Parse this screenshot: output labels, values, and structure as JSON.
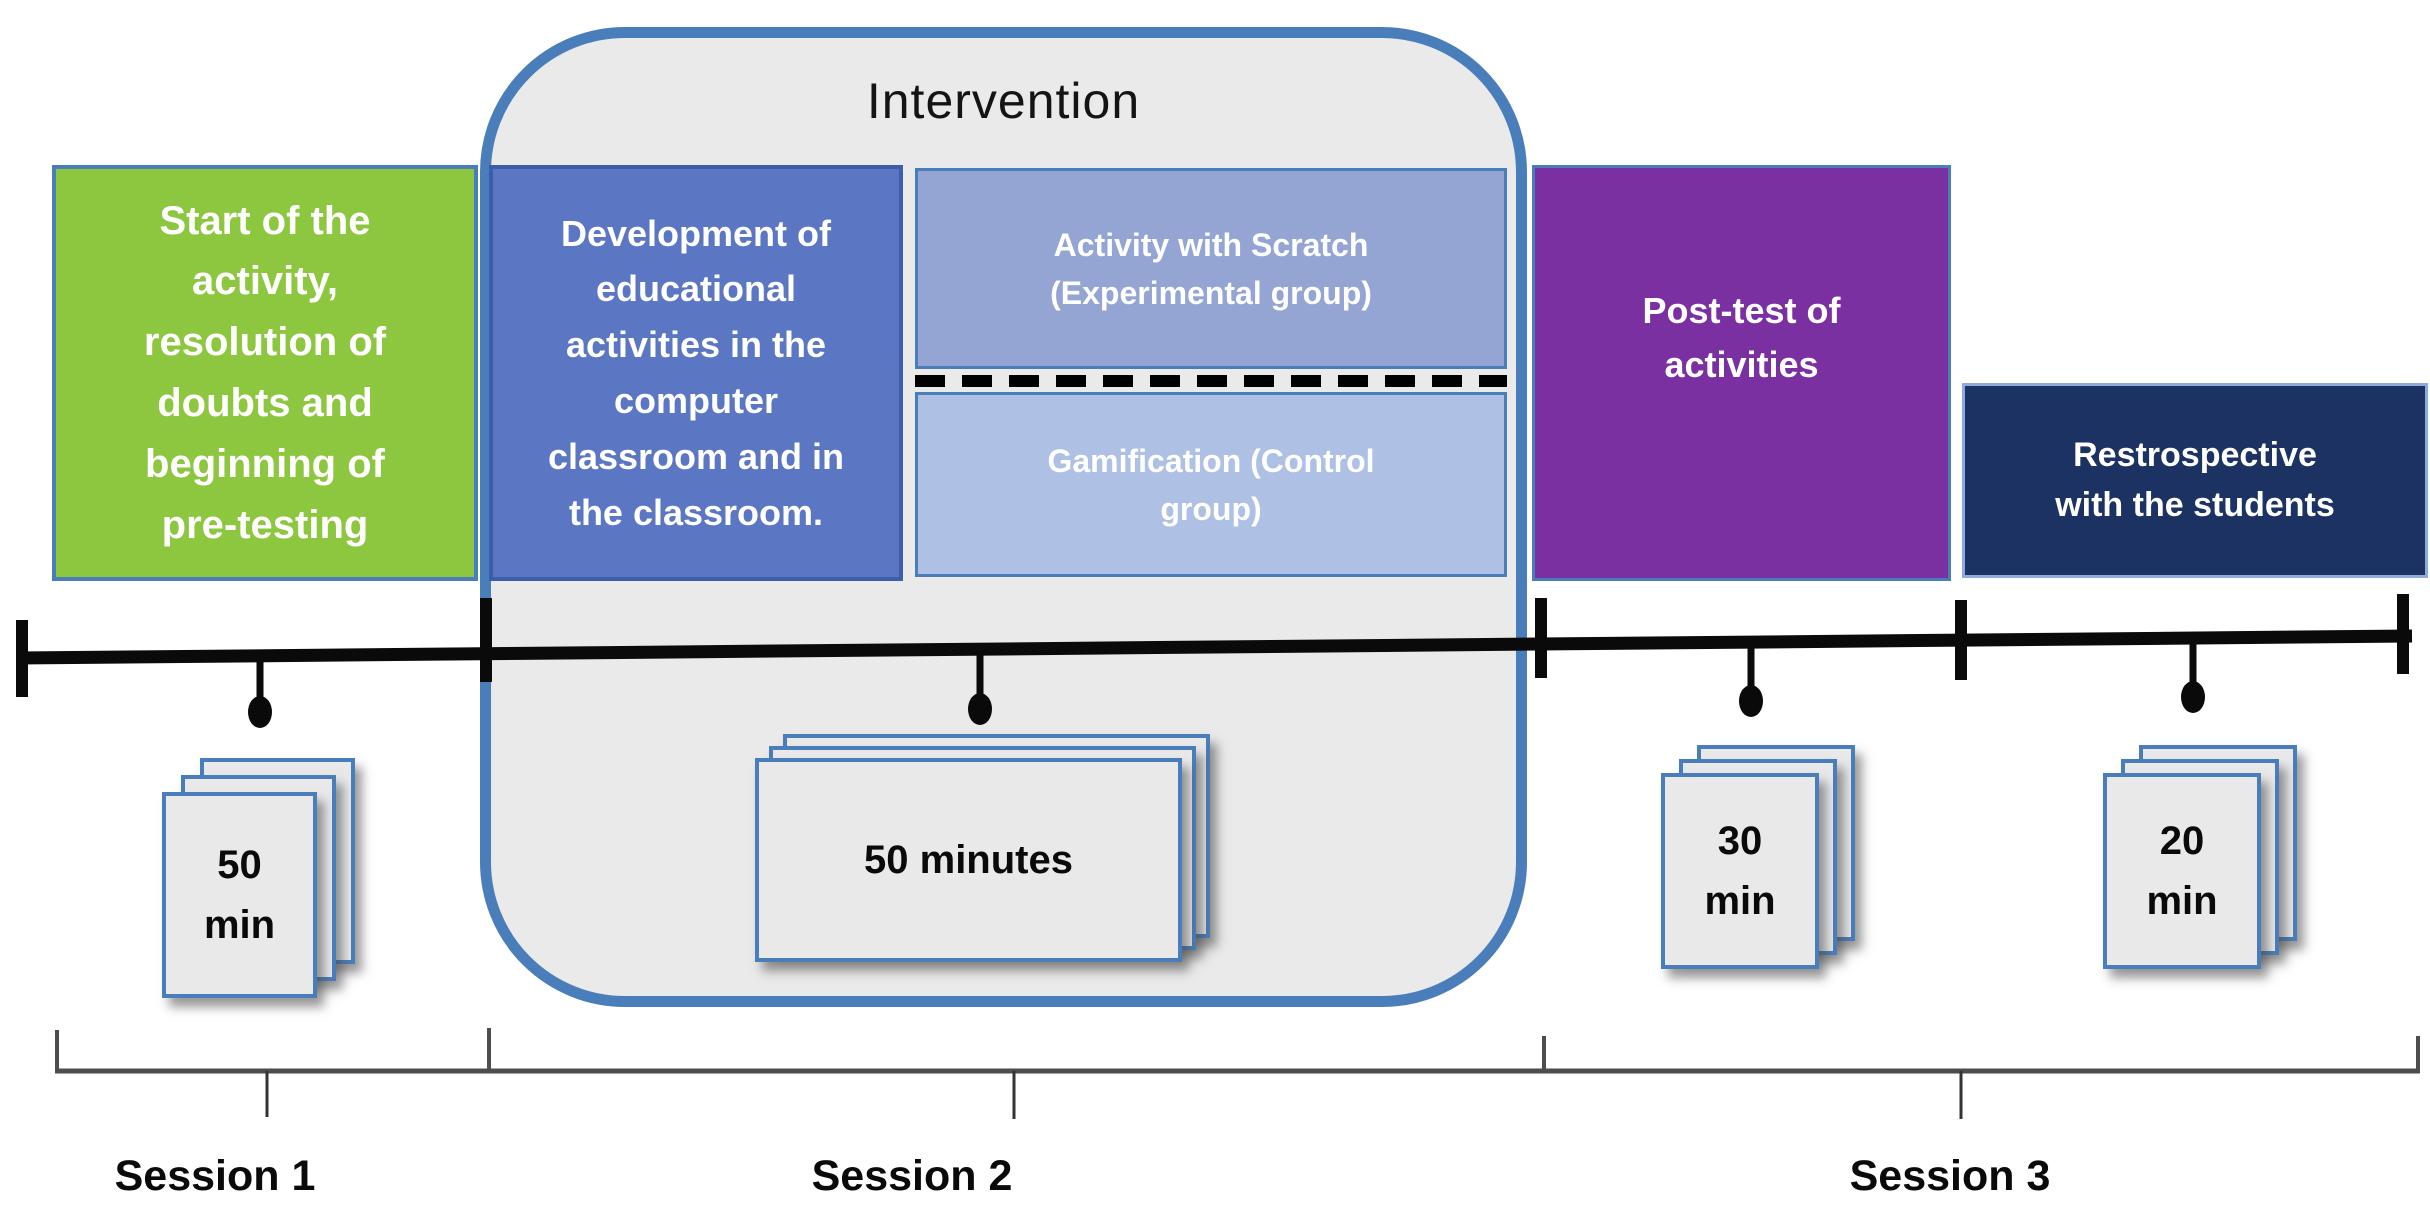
{
  "intervention": {
    "title": "Intervention"
  },
  "phases": {
    "pretest": {
      "text": "Start of the\nactivity,\nresolution of\ndoubts and\nbeginning of\npre-testing"
    },
    "development": {
      "text": "Development of\neducational\nactivities in the\ncomputer\nclassroom and in\nthe classroom."
    },
    "experimental": {
      "text": "Activity with Scratch\n(Experimental group)"
    },
    "control": {
      "text": "Gamification (Control\ngroup)"
    },
    "posttest": {
      "text": "Post-test of\nactivities"
    },
    "retrospective": {
      "text": "Restrospective\nwith the students"
    }
  },
  "durations": [
    {
      "label": "50\nmin"
    },
    {
      "label": "50 minutes"
    },
    {
      "label": "30\nmin"
    },
    {
      "label": "20\nmin"
    }
  ],
  "sessions": [
    "Session 1",
    "Session 2",
    "Session 3"
  ],
  "colors": {
    "pretest": "#8DC63F",
    "development": "#5B76C3",
    "experimental": "#94A5D3",
    "control": "#AEC0E4",
    "posttest": "#7B30A2",
    "retrospective": "#1C3263",
    "container_fill": "#EAEAEA",
    "accent_border": "#4A7EBB"
  }
}
